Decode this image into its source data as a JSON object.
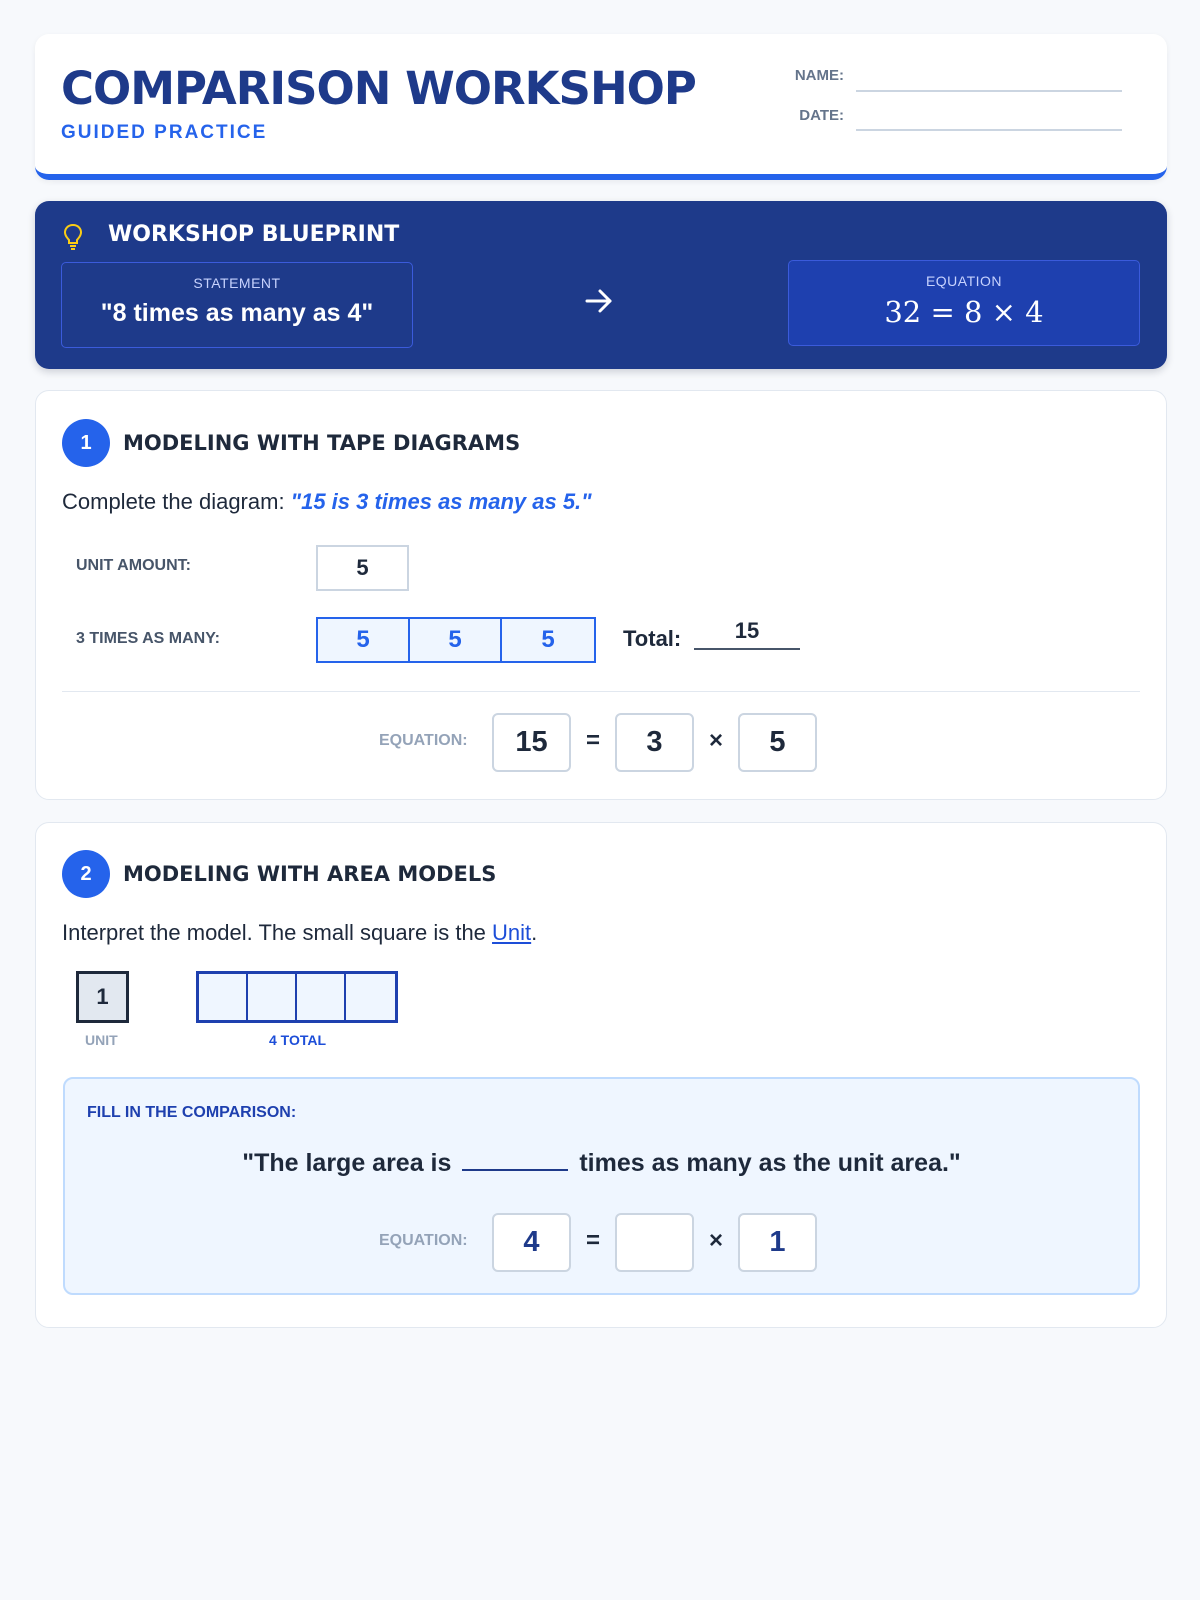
{
  "header": {
    "title": "COMPARISON WORKSHOP",
    "subtitle": "GUIDED PRACTICE",
    "name_label": "NAME:",
    "date_label": "DATE:"
  },
  "blueprint": {
    "title": "WORKSHOP BLUEPRINT",
    "icon": "lightbulb-icon",
    "statement_label": "STATEMENT",
    "statement": "\"8 times as many as 4\"",
    "arrow_icon": "arrow-right-icon",
    "equation_label": "EQUATION",
    "equation": "32 = 8 × 4"
  },
  "section1": {
    "number": "1",
    "title": "MODELING WITH TAPE DIAGRAMS",
    "prompt": "Complete the diagram: ",
    "prompt_quote": "\"15 is 3 times as many as 5.\"",
    "unit_label": "UNIT AMOUNT:",
    "unit_value": "5",
    "times_label": "3 TIMES AS MANY:",
    "tape_segments": [
      "5",
      "5",
      "5"
    ],
    "total_label": "Total:",
    "total_value": "15",
    "equation_label": "EQUATION:",
    "equation": {
      "result": "15",
      "equals": "=",
      "factor": "3",
      "times": "×",
      "unit": "5"
    }
  },
  "section2": {
    "number": "2",
    "title": "MODELING WITH AREA MODELS",
    "prompt": "Interpret the model. The small square is the ",
    "prompt_link": "Unit",
    "prompt_end": ".",
    "unit_square_value": "1",
    "unit_caption": "UNIT",
    "area_cells": 4,
    "area_caption": "4 TOTAL",
    "fill_title": "FILL IN THE COMPARISON:",
    "sentence_start": "\"The large area is",
    "sentence_end": "times as many as the unit area.\"",
    "equation_label": "EQUATION:",
    "equation": {
      "result": "4",
      "equals": "=",
      "factor": "",
      "times": "×",
      "unit": "1"
    }
  },
  "colors": {
    "primary": "#2563eb",
    "navy": "#1e3a8a",
    "accent_icon": "#facc15"
  }
}
